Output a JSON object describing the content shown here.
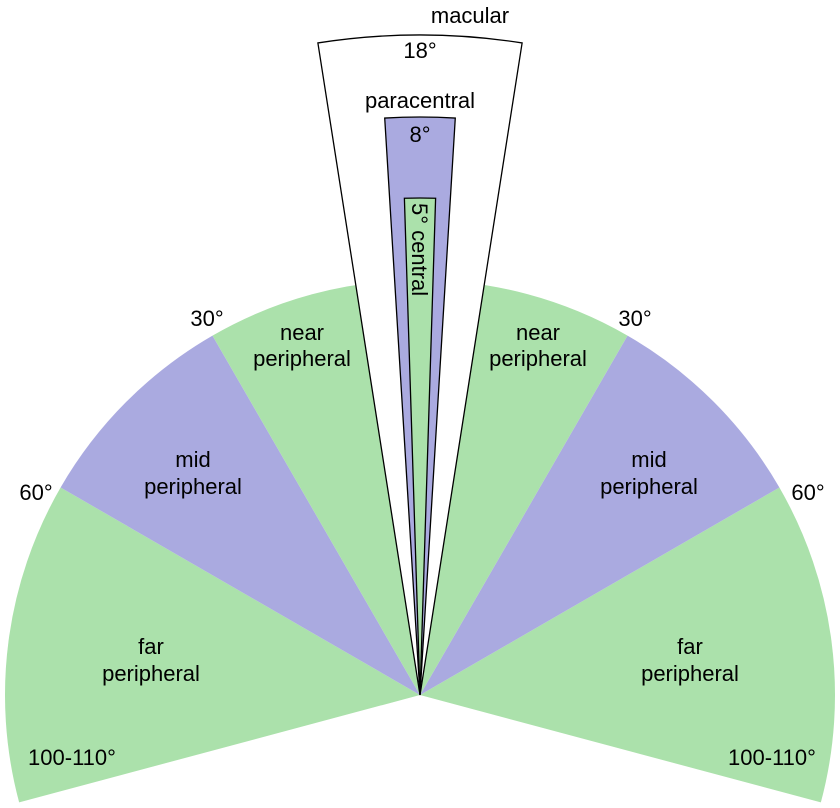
{
  "title": "Visual field regions",
  "colors": {
    "green": "#ABE1AB",
    "purple": "#AAAAE0",
    "white": "#FFFFFF",
    "stroke": "#000000"
  },
  "regions": [
    {
      "name": "far peripheral",
      "from": 60,
      "to": 105,
      "color": "green"
    },
    {
      "name": "mid peripheral",
      "from": 30,
      "to": 60,
      "color": "purple"
    },
    {
      "name": "near peripheral",
      "from": 0,
      "to": 30,
      "color": "green"
    }
  ],
  "central": [
    {
      "name": "macular",
      "angle": 18,
      "label_deg": "18°"
    },
    {
      "name": "paracentral",
      "angle": 8,
      "label_deg": "8°"
    },
    {
      "name": "central",
      "angle": 5,
      "label_deg": "5°"
    }
  ],
  "labels": {
    "macular": "macular",
    "macular_deg": "18°",
    "paracentral": "paracentral",
    "paracentral_deg": "8°",
    "central": "5° central",
    "near1": "near",
    "near2": "peripheral",
    "mid1": "mid",
    "mid2": "peripheral",
    "far1": "far",
    "far2": "peripheral",
    "deg30": "30°",
    "deg60": "60°",
    "deg100": "100-110°"
  }
}
